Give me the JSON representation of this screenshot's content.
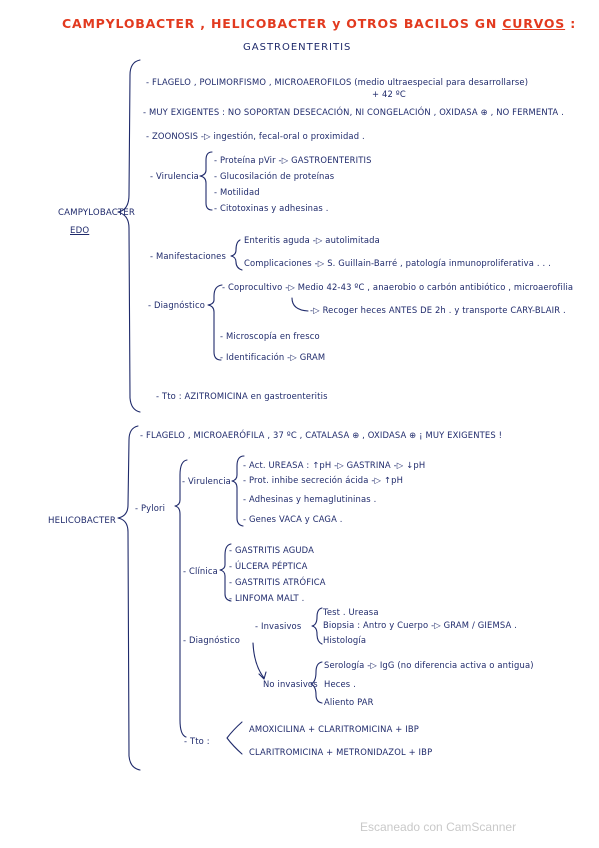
{
  "title": {
    "part1": "CAMPYLOBACTER , HELICOBACTER y OTROS BACILOS GN ",
    "part2": "CURVOS",
    "part3": " :"
  },
  "campylobacter": {
    "label": "CAMPYLOBACTER",
    "sublabel": "EDO",
    "gastro": "GASTROENTERITIS",
    "flagelo_1": "- FLAGELO , POLIMORFISMO , MICROAEROFILOS (medio ultraespecial para desarrollarse)",
    "flagelo_2": "+ 42 ºC",
    "exigentes": "- MUY EXIGENTES : NO SOPORTAN DESECACIÓN, NI CONGELACIÓN , OXIDASA ⊕ , NO FERMENTA .",
    "zoonosis": "- ZOONOSIS -▷ ingestión, fecal-oral o proximidad .",
    "virulencia": "- Virulencia",
    "vir_1": "- Proteína pVir -▷ GASTROENTERITIS",
    "vir_2": "- Glucosilación de proteínas",
    "vir_3": "- Motilidad",
    "vir_4": "- Citotoxinas y adhesinas .",
    "manifestaciones": "- Manifestaciones",
    "man_1": "Enteritis aguda -▷ autolimitada",
    "man_2": "Complicaciones -▷ S. Guillain-Barré , patología inmunoproliferativa . . .",
    "diagnostico": "- Diagnóstico",
    "diag_1": "- Coprocultivo -▷ Medio 42-43 ºC , anaerobio o carbón antibiótico , microaerofilia",
    "diag_2": "-▷ Recoger heces ANTES DE 2h . y transporte CARY-BLAIR .",
    "diag_3": "- Microscopía en fresco",
    "diag_4": "- Identificación -▷ GRAM",
    "tto": "- Tto : AZITROMICINA en gastroenteritis"
  },
  "helicobacter": {
    "label": "HELICOBACTER",
    "flagelo": "- FLAGELO , MICROAERÓFILA , 37 ºC , CATALASA ⊕ , OXIDASA ⊕ ¡ MUY EXIGENTES !",
    "pylori": "- Pylori",
    "virulencia": "- Virulencia",
    "vir_1": "- Act. UREASA : ↑pH -▷ GASTRINA -▷ ↓pH",
    "vir_2": "- Prot. inhibe secreción ácida -▷ ↑pH",
    "vir_3": "- Adhesinas y hemaglutininas .",
    "vir_4": "- Genes VACA y CAGA .",
    "clinica": "- Clínica",
    "cli_1": "- GASTRITIS AGUDA",
    "cli_2": "- ÚLCERA PÉPTICA",
    "cli_3": "- GASTRITIS ATRÓFICA",
    "cli_4": "- LINFOMA MALT .",
    "diagnostico": "- Diagnóstico",
    "invasivos": "- Invasivos",
    "inv_1": "Test . Ureasa",
    "inv_2": "Biopsia : Antro y Cuerpo -▷ GRAM / GIEMSA .",
    "inv_3": "Histología",
    "no_invasivos": "No invasivos",
    "ni_1": "Serología -▷ IgG (no diferencia activa o antigua)",
    "ni_2": "Heces .",
    "ni_3": "Aliento PAR",
    "tto": "- Tto :",
    "tto_1": "AMOXICILINA + CLARITROMICINA + IBP",
    "tto_2": "CLARITROMICINA + METRONIDAZOL + IBP"
  },
  "footer": "Escaneado con CamScanner"
}
